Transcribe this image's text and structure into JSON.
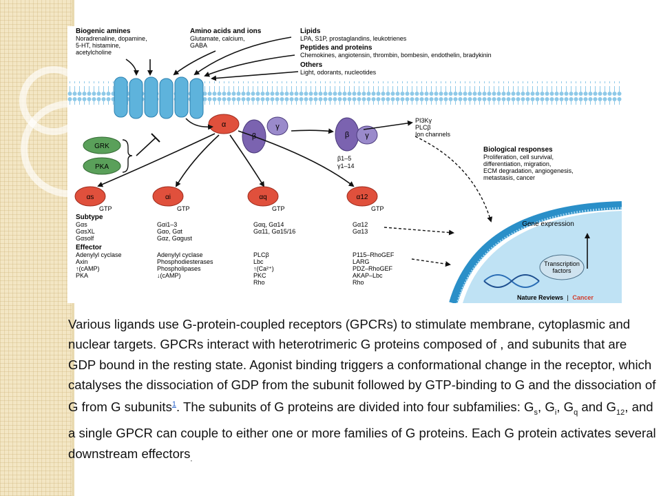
{
  "ligands": {
    "amines_title": "Biogenic amines",
    "amines_lines": [
      "Noradrenaline, dopamine,",
      "5-HT, histamine,",
      "acetylcholine"
    ],
    "amino_title": "Amino acids and ions",
    "amino_lines": [
      "Glutamate, calcium,",
      "GABA"
    ],
    "lipids_title": "Lipids",
    "lipids_line": "LPA, S1P, prostaglandins, leukotrienes",
    "peptides_title": "Peptides and proteins",
    "peptides_line": "Chemokines, angiotensin, thrombin, bombesin, endothelin, bradykinin",
    "others_title": "Others",
    "others_line": "Light, odorants, nucleotides"
  },
  "kinases": {
    "grk": "GRK",
    "pka": "PKA"
  },
  "heterotrimer": {
    "alpha": "α",
    "beta": "β",
    "gamma": "γ"
  },
  "betagamma": {
    "beta": "β",
    "gamma": "γ",
    "effectors": [
      "PI3Kγ",
      "PLCβ",
      "Ion channels"
    ],
    "beta_range": "β1–5",
    "gamma_range": "γ1–14"
  },
  "alphas": [
    {
      "label": "αs",
      "gtp": "GTP"
    },
    {
      "label": "αi",
      "gtp": "GTP"
    },
    {
      "label": "αq",
      "gtp": "GTP"
    },
    {
      "label": "α12",
      "gtp": "GTP"
    }
  ],
  "subtype": {
    "title": "Subtype",
    "cols": [
      [
        "Gαs",
        "GαsXL",
        "Gαsolf"
      ],
      [
        "Gαi1–3",
        "Gαo, Gαt",
        "Gαz, Gαgust"
      ],
      [
        "Gαq, Gα14",
        "Gα11, Gα15/16"
      ],
      [
        "Gα12",
        "Gα13"
      ]
    ]
  },
  "effector": {
    "title": "Effector",
    "cols": [
      [
        "Adenylyl cyclase",
        "Axin",
        "↑(cAMP)",
        "PKA"
      ],
      [
        "Adenylyl cyclase",
        "Phosphodiesterases",
        "Phospholipases",
        "↓(cAMP)"
      ],
      [
        "PLCβ",
        "Lbc",
        "↑(Ca²⁺)",
        "PKC",
        "Rho"
      ],
      [
        "P115–RhoGEF",
        "LARG",
        "PDZ–RhoGEF",
        "AKAP–Lbc",
        "Rho"
      ]
    ]
  },
  "responses": {
    "title": "Biological responses",
    "lines": [
      "Proliferation, cell survival,",
      "differentiation, migration,",
      "ECM degradation, angiogenesis,",
      "metastasis, cancer"
    ]
  },
  "nucleus": {
    "gene_expression": "Gene expression",
    "tf_line1": "Transcription",
    "tf_line2": "factors"
  },
  "credit": {
    "source": "Nature Reviews",
    "separator": "|",
    "journal": "Cancer"
  },
  "caption": {
    "p1": "Various ligands use G-protein-coupled receptors (GPCRs) to stimulate membrane, cytoplasmic and nuclear targets. GPCRs interact with heterotrimeric G proteins composed of , and  subunits that are GDP bound in the resting state. Agonist binding triggers a conformational change in the receptor, which catalyses the dissociation of GDP from the  subunit followed by GTP-binding to G and the dissociation of G from G subunits",
    "ref": "1",
    "p2": ". The  subunits of G proteins are divided into four subfamilies: G",
    "s1": "s",
    "p3": ", G",
    "s2": "i",
    "p4": ", G",
    "s3": "q",
    "p5": " and G",
    "s4": "12",
    "p6": ", and a single GPCR can couple to either one or more families of G proteins. Each G protein activates several downstream effectors",
    "p7": "."
  },
  "colors": {
    "alpha": "#e0503c",
    "betagamma": "#7b63b0",
    "kinase": "#5aa05a",
    "receptor": "#5eb3dc",
    "nucleus": "#2a8fc8",
    "sidebar": "#f3e6c4"
  }
}
